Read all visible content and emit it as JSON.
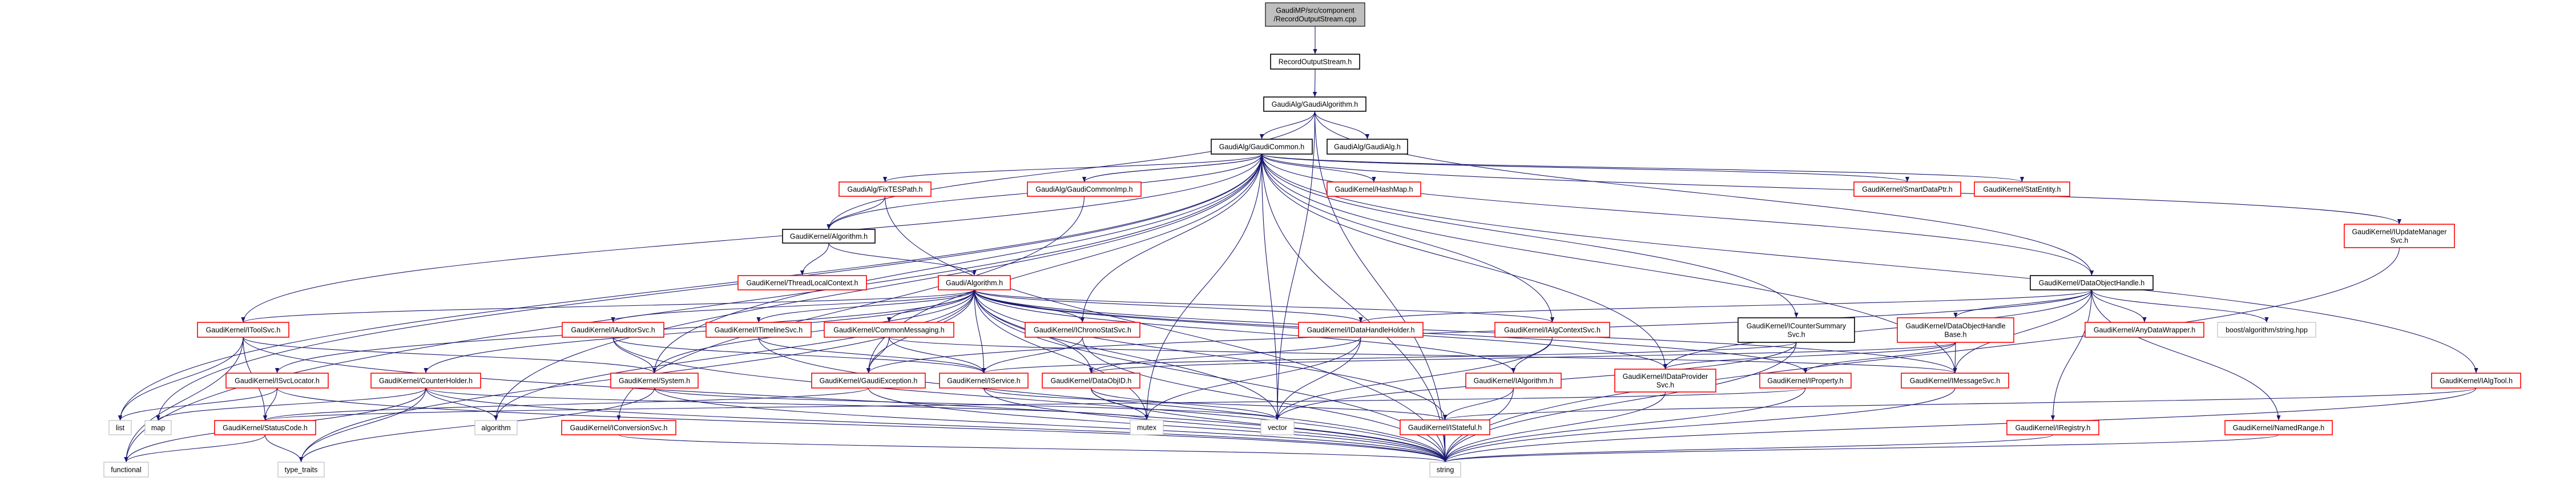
{
  "graph": {
    "colors": {
      "edge": "#191970",
      "root_fill": "#bfbfbf",
      "root_border": "#404040",
      "normal_border": "#000000",
      "truncated_border": "#ff0000",
      "system_border": "#bfbfbf"
    },
    "nodes": [
      {
        "id": "cpp",
        "lines": [
          "GaudiMP/src/component",
          "/RecordOutputStream.cpp"
        ],
        "kind": "root"
      },
      {
        "id": "ros",
        "lines": [
          "RecordOutputStream.h"
        ],
        "kind": "normal"
      },
      {
        "id": "galgo",
        "lines": [
          "GaudiAlg/GaudiAlgorithm.h"
        ],
        "kind": "normal"
      },
      {
        "id": "gcommon",
        "lines": [
          "GaudiAlg/GaudiCommon.h"
        ],
        "kind": "normal"
      },
      {
        "id": "galg",
        "lines": [
          "GaudiAlg/GaudiAlg.h"
        ],
        "kind": "normal"
      },
      {
        "id": "fixtes",
        "lines": [
          "GaudiAlg/FixTESPath.h"
        ],
        "kind": "truncated"
      },
      {
        "id": "gcimp",
        "lines": [
          "GaudiAlg/GaudiCommonImp.h"
        ],
        "kind": "truncated"
      },
      {
        "id": "hashmap",
        "lines": [
          "GaudiKernel/HashMap.h"
        ],
        "kind": "truncated"
      },
      {
        "id": "smartdataptr",
        "lines": [
          "GaudiKernel/SmartDataPtr.h"
        ],
        "kind": "truncated"
      },
      {
        "id": "statentity",
        "lines": [
          "GaudiKernel/StatEntity.h"
        ],
        "kind": "truncated"
      },
      {
        "id": "iupdate",
        "lines": [
          "GaudiKernel/IUpdateManager",
          "Svc.h"
        ],
        "kind": "truncated"
      },
      {
        "id": "kalgo",
        "lines": [
          "GaudiKernel/Algorithm.h"
        ],
        "kind": "normal"
      },
      {
        "id": "tlc",
        "lines": [
          "GaudiKernel/ThreadLocalContext.h"
        ],
        "kind": "truncated"
      },
      {
        "id": "galgorithm",
        "lines": [
          "Gaudi/Algorithm.h"
        ],
        "kind": "truncated"
      },
      {
        "id": "doh",
        "lines": [
          "GaudiKernel/DataObjectHandle.h"
        ],
        "kind": "normal"
      },
      {
        "id": "itoolsvc",
        "lines": [
          "GaudiKernel/IToolSvc.h"
        ],
        "kind": "truncated"
      },
      {
        "id": "iauditor",
        "lines": [
          "GaudiKernel/IAuditorSvc.h"
        ],
        "kind": "truncated"
      },
      {
        "id": "itimeline",
        "lines": [
          "GaudiKernel/ITimelineSvc.h"
        ],
        "kind": "truncated"
      },
      {
        "id": "commsg",
        "lines": [
          "GaudiKernel/CommonMessaging.h"
        ],
        "kind": "truncated"
      },
      {
        "id": "ichrono",
        "lines": [
          "GaudiKernel/IChronoStatSvc.h"
        ],
        "kind": "truncated"
      },
      {
        "id": "idhh",
        "lines": [
          "GaudiKernel/IDataHandleHolder.h"
        ],
        "kind": "truncated"
      },
      {
        "id": "ialgctx",
        "lines": [
          "GaudiKernel/IAlgContextSvc.h"
        ],
        "kind": "truncated"
      },
      {
        "id": "icounter",
        "lines": [
          "GaudiKernel/ICounterSummary",
          "Svc.h"
        ],
        "kind": "normal"
      },
      {
        "id": "dohb",
        "lines": [
          "GaudiKernel/DataObjectHandle",
          "Base.h"
        ],
        "kind": "truncated"
      },
      {
        "id": "anydata",
        "lines": [
          "GaudiKernel/AnyDataWrapper.h"
        ],
        "kind": "truncated"
      },
      {
        "id": "boost",
        "lines": [
          "boost/algorithm/string.hpp"
        ],
        "kind": "system"
      },
      {
        "id": "isvcloc",
        "lines": [
          "GaudiKernel/ISvcLocator.h"
        ],
        "kind": "truncated"
      },
      {
        "id": "counterholder",
        "lines": [
          "GaudiKernel/CounterHolder.h"
        ],
        "kind": "truncated"
      },
      {
        "id": "system",
        "lines": [
          "GaudiKernel/System.h"
        ],
        "kind": "truncated"
      },
      {
        "id": "gexc",
        "lines": [
          "GaudiKernel/GaudiException.h"
        ],
        "kind": "truncated"
      },
      {
        "id": "iservice",
        "lines": [
          "GaudiKernel/IService.h"
        ],
        "kind": "truncated"
      },
      {
        "id": "dataobjid",
        "lines": [
          "GaudiKernel/DataObjID.h"
        ],
        "kind": "truncated"
      },
      {
        "id": "ialgorithm",
        "lines": [
          "GaudiKernel/IAlgorithm.h"
        ],
        "kind": "truncated"
      },
      {
        "id": "idataprov",
        "lines": [
          "GaudiKernel/IDataProvider",
          "Svc.h"
        ],
        "kind": "truncated"
      },
      {
        "id": "iproperty",
        "lines": [
          "GaudiKernel/IProperty.h"
        ],
        "kind": "truncated"
      },
      {
        "id": "imessage",
        "lines": [
          "GaudiKernel/IMessageSvc.h"
        ],
        "kind": "truncated"
      },
      {
        "id": "ialgtool",
        "lines": [
          "GaudiKernel/IAlgTool.h"
        ],
        "kind": "truncated"
      },
      {
        "id": "list",
        "lines": [
          "list"
        ],
        "kind": "system"
      },
      {
        "id": "map",
        "lines": [
          "map"
        ],
        "kind": "system"
      },
      {
        "id": "statuscode",
        "lines": [
          "GaudiKernel/StatusCode.h"
        ],
        "kind": "truncated"
      },
      {
        "id": "algorithm",
        "lines": [
          "algorithm"
        ],
        "kind": "system"
      },
      {
        "id": "iconv",
        "lines": [
          "GaudiKernel/IConversionSvc.h"
        ],
        "kind": "truncated"
      },
      {
        "id": "mutex",
        "lines": [
          "mutex"
        ],
        "kind": "system"
      },
      {
        "id": "vector",
        "lines": [
          "vector"
        ],
        "kind": "system"
      },
      {
        "id": "istateful",
        "lines": [
          "GaudiKernel/IStateful.h"
        ],
        "kind": "truncated"
      },
      {
        "id": "iregistry",
        "lines": [
          "GaudiKernel/IRegistry.h"
        ],
        "kind": "truncated"
      },
      {
        "id": "namedrange",
        "lines": [
          "GaudiKernel/NamedRange.h"
        ],
        "kind": "truncated"
      },
      {
        "id": "functional",
        "lines": [
          "functional"
        ],
        "kind": "system"
      },
      {
        "id": "type_traits",
        "lines": [
          "type_traits"
        ],
        "kind": "system"
      },
      {
        "id": "string",
        "lines": [
          "string"
        ],
        "kind": "system"
      }
    ],
    "edges": [
      [
        "cpp",
        "ros"
      ],
      [
        "ros",
        "galgo"
      ],
      [
        "galgo",
        "gcommon"
      ],
      [
        "galgo",
        "galg"
      ],
      [
        "galgo",
        "kalgo"
      ],
      [
        "galgo",
        "doh"
      ],
      [
        "galgo",
        "vector"
      ],
      [
        "galgo",
        "string"
      ],
      [
        "gcommon",
        "fixtes"
      ],
      [
        "gcommon",
        "gcimp"
      ],
      [
        "gcommon",
        "hashmap"
      ],
      [
        "gcommon",
        "smartdataptr"
      ],
      [
        "gcommon",
        "statentity"
      ],
      [
        "gcommon",
        "iupdate"
      ],
      [
        "gcommon",
        "kalgo"
      ],
      [
        "gcommon",
        "doh"
      ],
      [
        "gcommon",
        "itoolsvc"
      ],
      [
        "gcommon",
        "ichrono"
      ],
      [
        "gcommon",
        "ialgctx"
      ],
      [
        "gcommon",
        "icounter"
      ],
      [
        "gcommon",
        "idataprov"
      ],
      [
        "gcommon",
        "ialgtool"
      ],
      [
        "gcommon",
        "imessage"
      ],
      [
        "gcommon",
        "list"
      ],
      [
        "gcommon",
        "map"
      ],
      [
        "gcommon",
        "functional"
      ],
      [
        "gcommon",
        "algorithm"
      ],
      [
        "gcommon",
        "vector"
      ],
      [
        "gcommon",
        "string"
      ],
      [
        "gcommon",
        "mutex"
      ],
      [
        "gcommon",
        "system"
      ],
      [
        "gcommon",
        "gexc"
      ],
      [
        "gcimp",
        "gcommon"
      ],
      [
        "gcimp",
        "iconv"
      ],
      [
        "fixtes",
        "kalgo"
      ],
      [
        "fixtes",
        "string"
      ],
      [
        "kalgo",
        "tlc"
      ],
      [
        "kalgo",
        "galgorithm"
      ],
      [
        "galgorithm",
        "itoolsvc"
      ],
      [
        "galgorithm",
        "iauditor"
      ],
      [
        "galgorithm",
        "itimeline"
      ],
      [
        "galgorithm",
        "commsg"
      ],
      [
        "galgorithm",
        "ichrono"
      ],
      [
        "galgorithm",
        "ialgctx"
      ],
      [
        "galgorithm",
        "idhh"
      ],
      [
        "galgorithm",
        "ialgorithm"
      ],
      [
        "galgorithm",
        "iservice"
      ],
      [
        "galgorithm",
        "isvcloc"
      ],
      [
        "galgorithm",
        "counterholder"
      ],
      [
        "galgorithm",
        "system"
      ],
      [
        "galgorithm",
        "gexc"
      ],
      [
        "galgorithm",
        "dataobjid"
      ],
      [
        "galgorithm",
        "iproperty"
      ],
      [
        "galgorithm",
        "imessage"
      ],
      [
        "galgorithm",
        "istateful"
      ],
      [
        "galgorithm",
        "idataprov"
      ],
      [
        "galgorithm",
        "algorithm"
      ],
      [
        "galgorithm",
        "vector"
      ],
      [
        "galgorithm",
        "string"
      ],
      [
        "galgorithm",
        "type_traits"
      ],
      [
        "galgorithm",
        "mutex"
      ],
      [
        "itoolsvc",
        "system"
      ],
      [
        "itoolsvc",
        "list"
      ],
      [
        "itoolsvc",
        "functional"
      ],
      [
        "itoolsvc",
        "statuscode"
      ],
      [
        "itoolsvc",
        "string"
      ],
      [
        "iauditor",
        "system"
      ],
      [
        "iauditor",
        "iservice"
      ],
      [
        "iauditor",
        "string"
      ],
      [
        "itimeline",
        "iservice"
      ],
      [
        "itimeline",
        "string"
      ],
      [
        "commsg",
        "gexc"
      ],
      [
        "commsg",
        "iservice"
      ],
      [
        "commsg",
        "imessage"
      ],
      [
        "ichrono",
        "iservice"
      ],
      [
        "ichrono",
        "string"
      ],
      [
        "ialgctx",
        "ialgorithm"
      ],
      [
        "ialgctx",
        "vector"
      ],
      [
        "icounter",
        "iservice"
      ],
      [
        "icounter",
        "string"
      ],
      [
        "icounter",
        "vector"
      ],
      [
        "idhh",
        "dataobjid"
      ],
      [
        "idhh",
        "vector"
      ],
      [
        "idhh",
        "mutex"
      ],
      [
        "doh",
        "dohb"
      ],
      [
        "doh",
        "anydata"
      ],
      [
        "doh",
        "boost"
      ],
      [
        "doh",
        "iregistry"
      ],
      [
        "doh",
        "namedrange"
      ],
      [
        "doh",
        "idataprov"
      ],
      [
        "doh",
        "idhh"
      ],
      [
        "doh",
        "gexc"
      ],
      [
        "doh",
        "imessage"
      ],
      [
        "dohb",
        "idataprov"
      ],
      [
        "dohb",
        "iproperty"
      ],
      [
        "dohb",
        "imessage"
      ],
      [
        "dohb",
        "dataobjid"
      ],
      [
        "isvcloc",
        "list"
      ],
      [
        "isvcloc",
        "statuscode"
      ],
      [
        "isvcloc",
        "string"
      ],
      [
        "counterholder",
        "map"
      ],
      [
        "counterholder",
        "functional"
      ],
      [
        "counterholder",
        "type_traits"
      ],
      [
        "counterholder",
        "algorithm"
      ],
      [
        "counterholder",
        "mutex"
      ],
      [
        "counterholder",
        "string"
      ],
      [
        "system",
        "string"
      ],
      [
        "system",
        "vector"
      ],
      [
        "system",
        "type_traits"
      ],
      [
        "gexc",
        "statuscode"
      ],
      [
        "gexc",
        "string"
      ],
      [
        "iservice",
        "istateful"
      ],
      [
        "iservice",
        "string"
      ],
      [
        "dataobjid",
        "mutex"
      ],
      [
        "dataobjid",
        "string"
      ],
      [
        "dataobjid",
        "vector"
      ],
      [
        "ialgorithm",
        "istateful"
      ],
      [
        "ialgorithm",
        "string"
      ],
      [
        "idataprov",
        "string"
      ],
      [
        "iproperty",
        "string"
      ],
      [
        "iproperty",
        "statuscode"
      ],
      [
        "imessage",
        "string"
      ],
      [
        "istateful",
        "string"
      ],
      [
        "statuscode",
        "functional"
      ],
      [
        "statuscode",
        "type_traits"
      ],
      [
        "iconv",
        "string"
      ],
      [
        "iregistry",
        "string"
      ],
      [
        "namedrange",
        "string"
      ],
      [
        "ialgtool",
        "string"
      ],
      [
        "ialgtool",
        "istateful"
      ],
      [
        "iupdate",
        "string"
      ]
    ]
  }
}
